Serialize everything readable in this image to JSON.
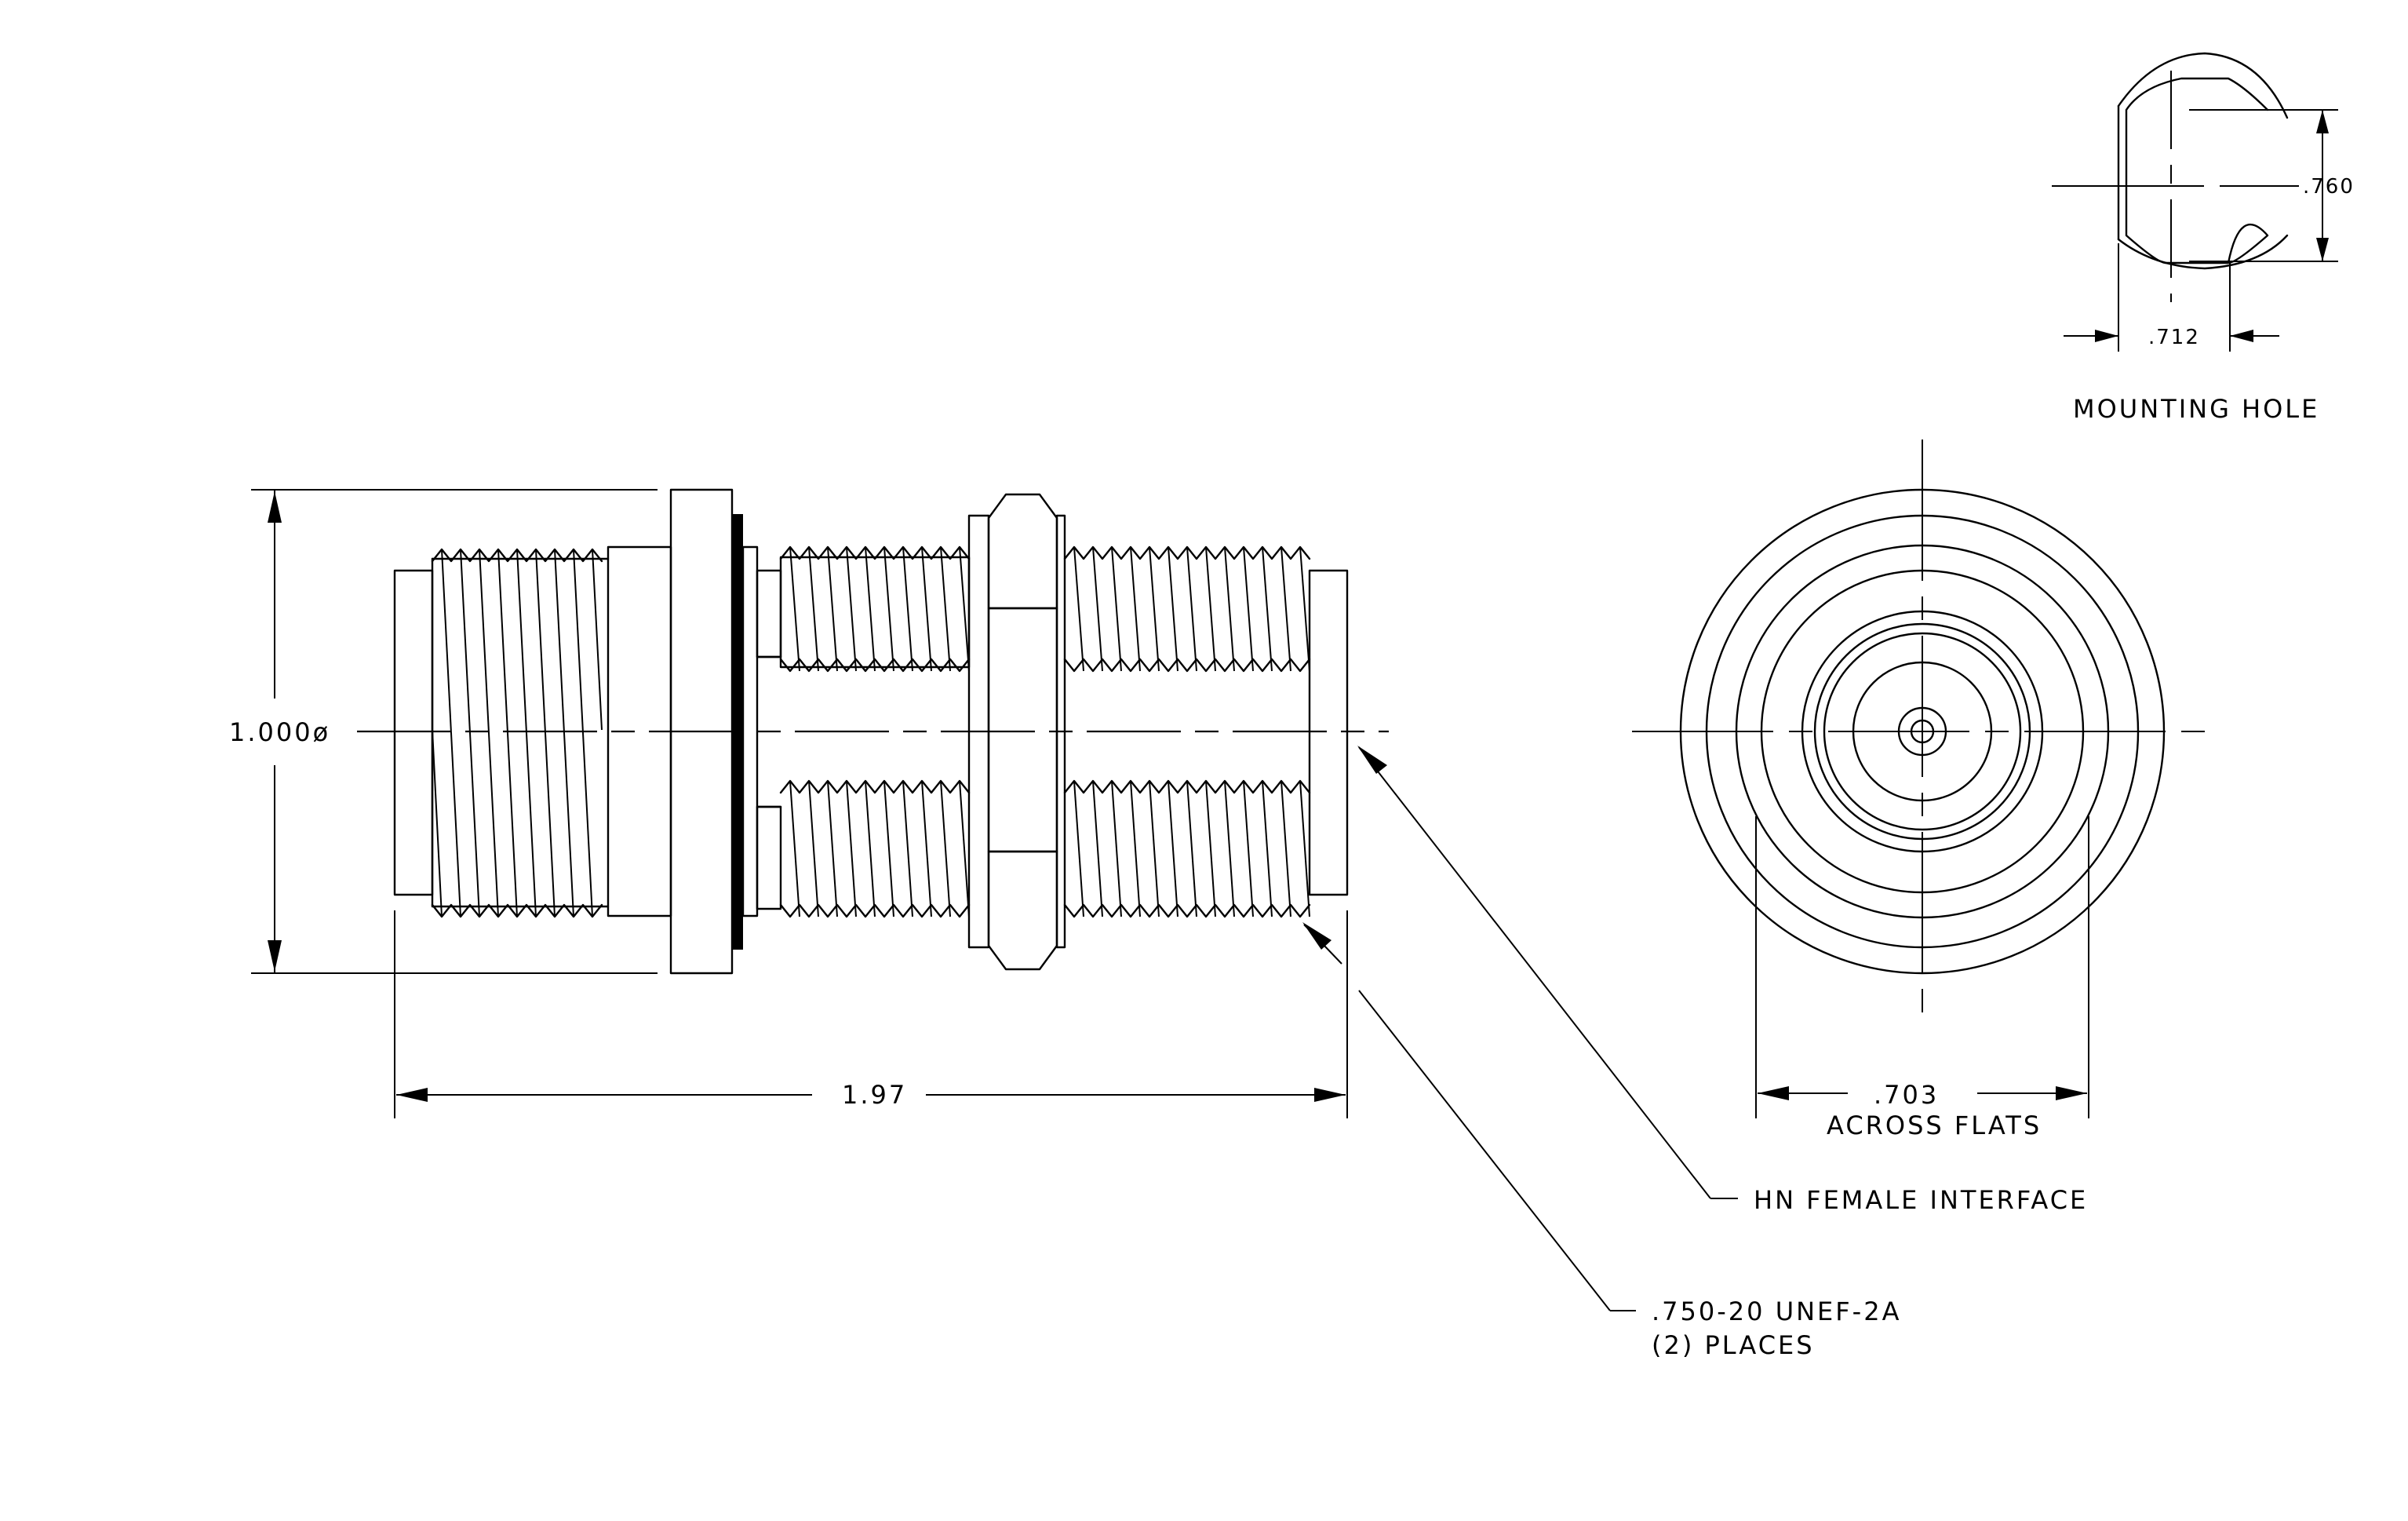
{
  "drawing": {
    "mounting_hole": {
      "title": "MOUNTING HOLE",
      "height_dim": ".760",
      "width_dim": ".712"
    },
    "side_view": {
      "diameter_dim": "1.000ø",
      "length_dim": "1.97"
    },
    "end_view": {
      "flats_dim": ".703",
      "flats_note": "ACROSS FLATS"
    },
    "callouts": {
      "interface": "HN FEMALE INTERFACE",
      "thread_line1": ".750-20 UNEF-2A",
      "thread_line2": "(2)  PLACES"
    }
  }
}
